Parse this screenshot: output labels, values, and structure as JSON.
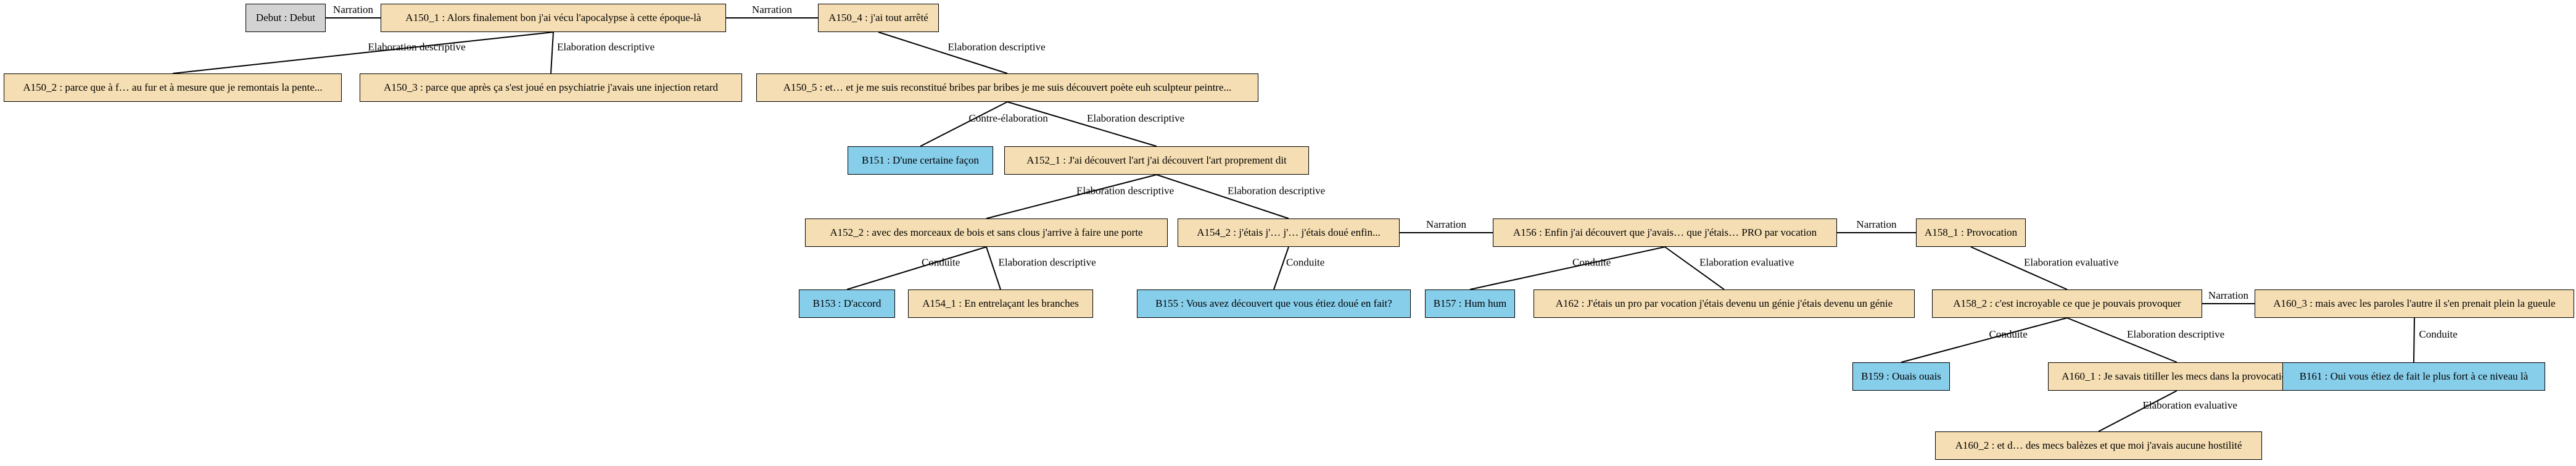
{
  "colors": {
    "start": "#d3d3d3",
    "speaker_a": "#f5deb3",
    "speaker_b": "#87ceeb",
    "edge": "#000000"
  },
  "nodes": [
    {
      "id": "n-debut",
      "text": "Debut : Debut",
      "kind": "start"
    },
    {
      "id": "n-a150-1",
      "text": "A150_1 : Alors finalement bon j'ai vécu l'apocalypse à cette époque-là",
      "kind": "speaker_a"
    },
    {
      "id": "n-a150-4",
      "text": "A150_4 : j'ai tout arrêté",
      "kind": "speaker_a"
    },
    {
      "id": "n-a150-2",
      "text": "A150_2 : parce que à f… au fur et à mesure que je remontais la pente...",
      "kind": "speaker_a"
    },
    {
      "id": "n-a150-3",
      "text": "A150_3 : parce que après ça s'est joué en psychiatrie j'avais une injection retard",
      "kind": "speaker_a"
    },
    {
      "id": "n-a150-5",
      "text": "A150_5 : et… et je me suis reconstitué bribes par bribes je me suis découvert poète euh sculpteur peintre...",
      "kind": "speaker_a"
    },
    {
      "id": "n-b151",
      "text": "B151 : D'une certaine façon",
      "kind": "speaker_b"
    },
    {
      "id": "n-a152-1",
      "text": "A152_1 : J'ai découvert l'art j'ai découvert l'art proprement dit",
      "kind": "speaker_a"
    },
    {
      "id": "n-a152-2",
      "text": "A152_2 : avec des morceaux de bois et sans clous j'arrive à faire une porte",
      "kind": "speaker_a"
    },
    {
      "id": "n-a154-2",
      "text": "A154_2 : j'étais j'… j'… j'étais doué enfin...",
      "kind": "speaker_a"
    },
    {
      "id": "n-a156",
      "text": "A156 : Enfin j'ai découvert que j'avais… que j'étais… PRO par vocation",
      "kind": "speaker_a"
    },
    {
      "id": "n-a158-1",
      "text": "A158_1 : Provocation",
      "kind": "speaker_a"
    },
    {
      "id": "n-b153",
      "text": "B153 : D'accord",
      "kind": "speaker_b"
    },
    {
      "id": "n-a154-1",
      "text": "A154_1 : En entrelaçant les branches",
      "kind": "speaker_a"
    },
    {
      "id": "n-b155",
      "text": "B155 : Vous avez découvert que vous étiez doué en fait?",
      "kind": "speaker_b"
    },
    {
      "id": "n-b157",
      "text": "B157 : Hum hum",
      "kind": "speaker_b"
    },
    {
      "id": "n-a162",
      "text": "A162 : J'étais un pro par vocation j'étais devenu un génie j'étais devenu un génie",
      "kind": "speaker_a"
    },
    {
      "id": "n-a158-2",
      "text": "A158_2 : c'est incroyable ce que je pouvais provoquer",
      "kind": "speaker_a"
    },
    {
      "id": "n-a160-3",
      "text": "A160_3 : mais avec les paroles l'autre il s'en prenait plein la gueule",
      "kind": "speaker_a"
    },
    {
      "id": "n-b159",
      "text": "B159 : Ouais ouais",
      "kind": "speaker_b"
    },
    {
      "id": "n-a160-1",
      "text": "A160_1 : Je savais titiller les mecs dans la provocation",
      "kind": "speaker_a"
    },
    {
      "id": "n-b161",
      "text": "B161 : Oui vous étiez de fait le plus fort à ce niveau là",
      "kind": "speaker_b"
    },
    {
      "id": "n-a160-2",
      "text": "A160_2 : et d… des mecs balèzes et que moi j'avais aucune hostilité",
      "kind": "speaker_a"
    }
  ],
  "edges": [
    {
      "from": "n-debut",
      "to": "n-a150-1",
      "label": "Narration"
    },
    {
      "from": "n-a150-1",
      "to": "n-a150-4",
      "label": "Narration"
    },
    {
      "from": "n-a150-1",
      "to": "n-a150-2",
      "label": "Elaboration descriptive"
    },
    {
      "from": "n-a150-1",
      "to": "n-a150-3",
      "label": "Elaboration descriptive"
    },
    {
      "from": "n-a150-4",
      "to": "n-a150-5",
      "label": "Elaboration descriptive"
    },
    {
      "from": "n-a150-5",
      "to": "n-b151",
      "label": "Contre-élaboration"
    },
    {
      "from": "n-a150-5",
      "to": "n-a152-1",
      "label": "Elaboration descriptive"
    },
    {
      "from": "n-a152-1",
      "to": "n-a152-2",
      "label": "Elaboration descriptive"
    },
    {
      "from": "n-a152-1",
      "to": "n-a154-2",
      "label": "Elaboration descriptive"
    },
    {
      "from": "n-a152-2",
      "to": "n-b153",
      "label": "Conduite"
    },
    {
      "from": "n-a152-2",
      "to": "n-a154-1",
      "label": "Elaboration descriptive"
    },
    {
      "from": "n-a154-2",
      "to": "n-b155",
      "label": "Conduite"
    },
    {
      "from": "n-a154-2",
      "to": "n-a156",
      "label": "Narration"
    },
    {
      "from": "n-a156",
      "to": "n-b157",
      "label": "Conduite"
    },
    {
      "from": "n-a156",
      "to": "n-a162",
      "label": "Elaboration evaluative"
    },
    {
      "from": "n-a156",
      "to": "n-a158-1",
      "label": "Narration"
    },
    {
      "from": "n-a158-1",
      "to": "n-a158-2",
      "label": "Elaboration evaluative"
    },
    {
      "from": "n-a158-2",
      "to": "n-a160-3",
      "label": "Narration"
    },
    {
      "from": "n-a158-2",
      "to": "n-b159",
      "label": "Conduite"
    },
    {
      "from": "n-a158-2",
      "to": "n-a160-1",
      "label": "Elaboration descriptive"
    },
    {
      "from": "n-a160-3",
      "to": "n-b161",
      "label": "Conduite"
    },
    {
      "from": "n-a160-1",
      "to": "n-a160-2",
      "label": "Elaboration evaluative"
    }
  ]
}
